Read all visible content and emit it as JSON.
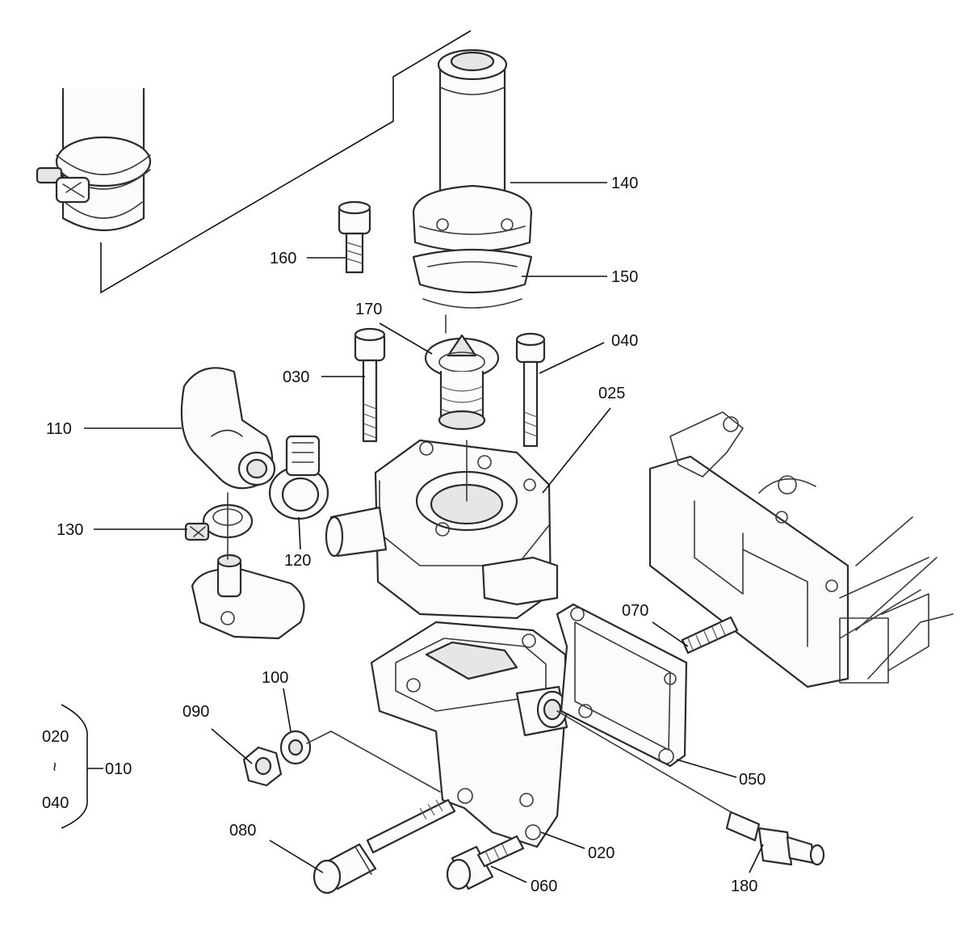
{
  "callouts": {
    "p140": "140",
    "p150": "150",
    "p160": "160",
    "p170": "170",
    "p030": "030",
    "p040": "040",
    "p025": "025",
    "p110": "110",
    "p130": "130",
    "p120": "120",
    "p070": "070",
    "p100": "100",
    "p090": "090",
    "p050": "050",
    "p080": "080",
    "p020": "020",
    "p060": "060",
    "p180": "180"
  },
  "range_group": {
    "start": "020",
    "tilde": "~",
    "end": "040",
    "group": "010"
  }
}
